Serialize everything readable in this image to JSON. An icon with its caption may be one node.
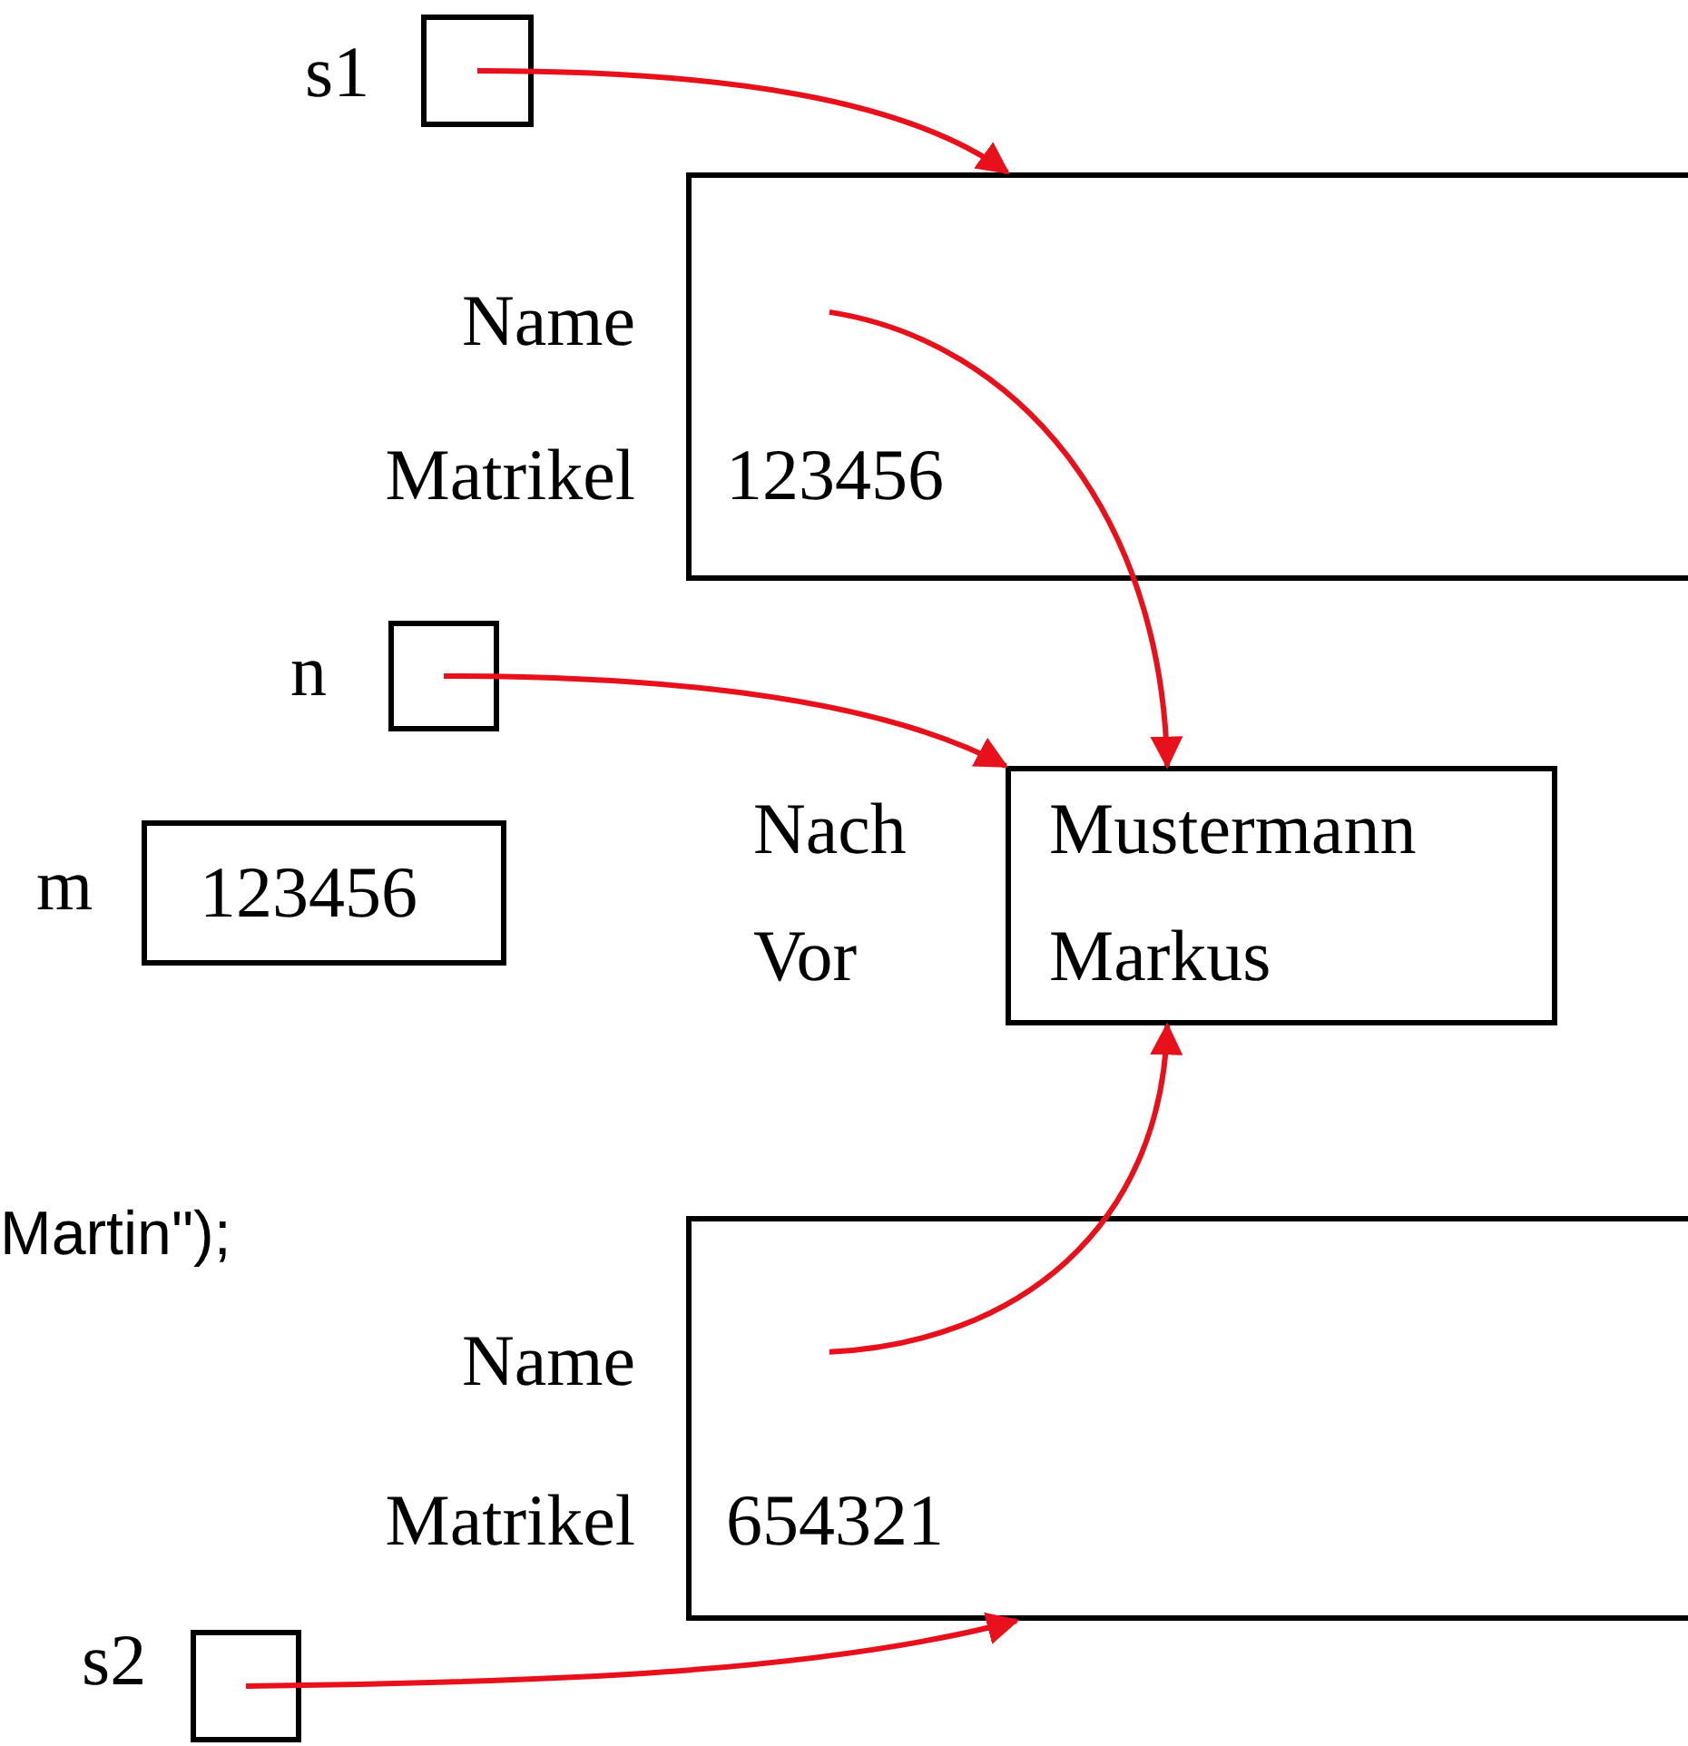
{
  "diagram": {
    "nodes": [
      {
        "text": [
          "s1"
        ]
      },
      {
        "text": [
          "Name",
          "Matrikel",
          "123456"
        ]
      },
      {
        "text": [
          "n"
        ]
      },
      {
        "text": [
          "m",
          "123456"
        ]
      },
      {
        "text": [
          "Nach",
          "Vor",
          "Mustermann",
          "Markus"
        ]
      },
      {
        "text": [
          "Name",
          "Matrikel",
          "654321"
        ]
      },
      {
        "text": [
          "s2"
        ]
      }
    ],
    "edges": [
      {
        "from": 0,
        "to": 1,
        "arrow": "to"
      },
      {
        "from": 1,
        "to": 4,
        "arrow": "to"
      },
      {
        "from": 2,
        "to": 4,
        "arrow": "to"
      },
      {
        "from": 5,
        "to": 4,
        "arrow": "to"
      },
      {
        "from": 6,
        "to": 5,
        "arrow": "to"
      }
    ],
    "labels": [
      "Martin\");"
    ]
  }
}
